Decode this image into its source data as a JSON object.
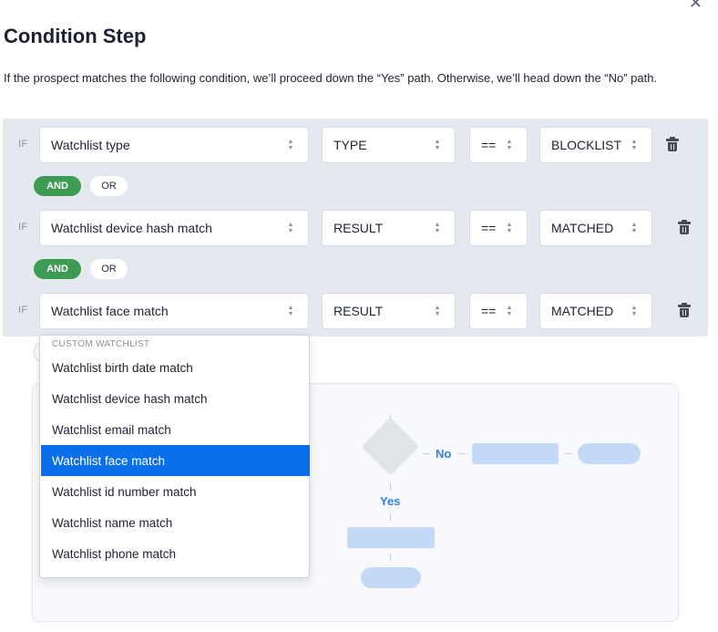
{
  "dialog": {
    "title": "Condition Step",
    "description": "If the prospect matches the following condition, we’ll proceed down the “Yes” path. Otherwise, we’ll head down the “No” path.",
    "close_icon": "close-icon"
  },
  "conditions": [
    {
      "if_label": "IF",
      "field": "Watchlist type",
      "attribute": "TYPE",
      "operator": "==",
      "value": "BLOCKLIST"
    },
    {
      "if_label": "IF",
      "field": "Watchlist device hash match",
      "attribute": "RESULT",
      "operator": "==",
      "value": "MATCHED"
    },
    {
      "if_label": "IF",
      "field": "Watchlist face match",
      "attribute": "RESULT",
      "operator": "==",
      "value": "MATCHED"
    }
  ],
  "connectors": [
    {
      "and_label": "AND",
      "or_label": "OR",
      "selected": "AND"
    },
    {
      "and_label": "AND",
      "or_label": "OR",
      "selected": "AND"
    }
  ],
  "dropdown": {
    "group_label": "CUSTOM WATCHLIST",
    "options": [
      "Watchlist birth date match",
      "Watchlist device hash match",
      "Watchlist email match",
      "Watchlist face match",
      "Watchlist id number match",
      "Watchlist name match",
      "Watchlist phone match"
    ],
    "selected": "Watchlist face match"
  },
  "diagram": {
    "no_label": "No",
    "yes_label": "Yes"
  },
  "colors": {
    "accent": "#0a6fe8",
    "and_active": "#3d9b53",
    "path_label": "#2f7fe4",
    "placeholder_block": "#c3d9f7"
  }
}
